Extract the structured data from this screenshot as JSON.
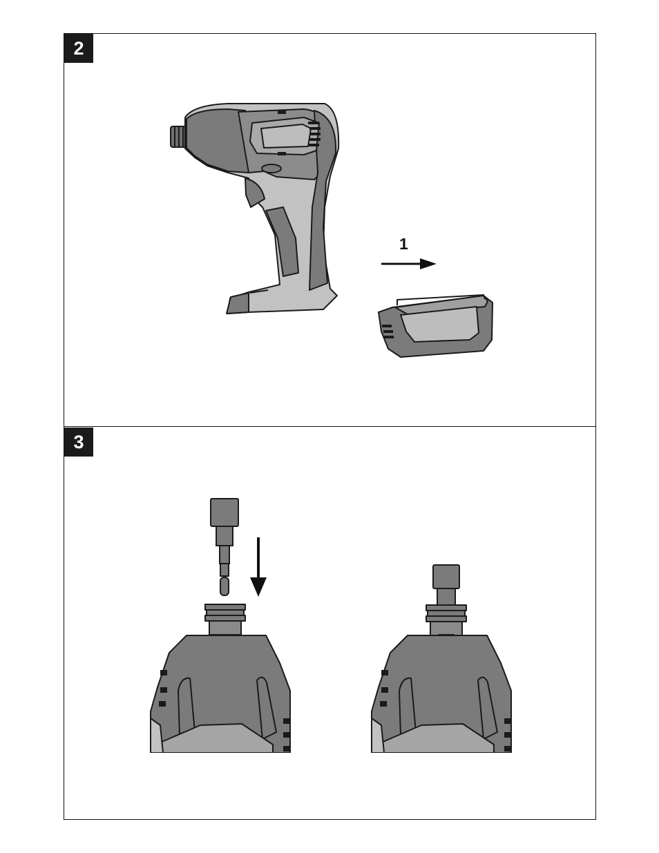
{
  "panels": [
    {
      "number": "2",
      "arrow_label": "1"
    },
    {
      "number": "3"
    }
  ],
  "colors": {
    "tool_dark": "#7b7b7b",
    "tool_light": "#c2c2c2",
    "outline": "#1a1a1a",
    "badge": "#1b1b1b"
  }
}
